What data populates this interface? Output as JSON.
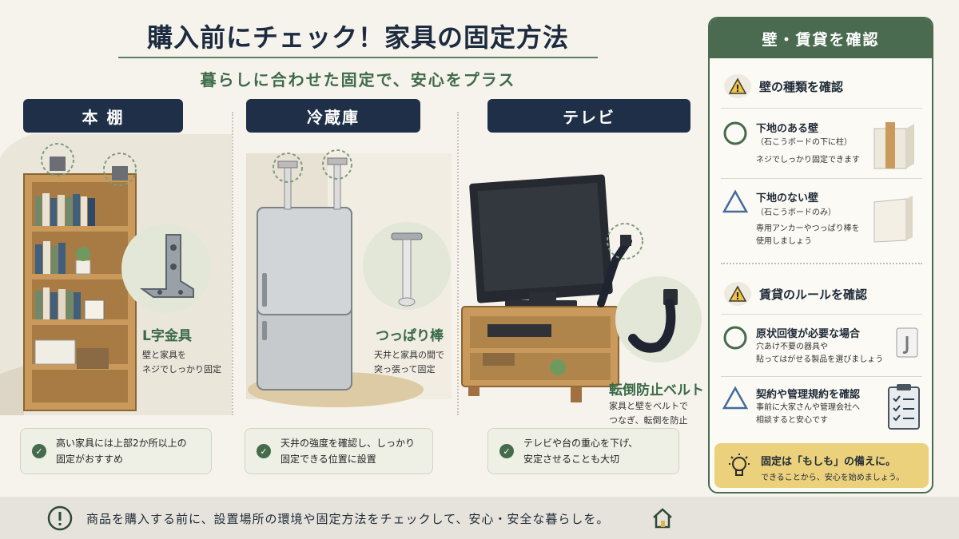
{
  "header": {
    "title": "購入前にチェック！家具の固定方法",
    "subtitle": "暮らしに合わせた固定で、安心をプラス"
  },
  "sections": {
    "bookshelf": {
      "label": "本 棚",
      "item_title": "L字金具",
      "item_desc": [
        "壁と家具を",
        "ネジでしっかり固定"
      ],
      "tip": [
        "高い家具には上部2か所以上の",
        "固定がおすすめ"
      ]
    },
    "fridge": {
      "label": "冷蔵庫",
      "item_title": "つっぱり棒",
      "item_desc": [
        "天井と家具の間で",
        "突っ張って固定"
      ],
      "tip": [
        "天井の強度を確認し、しっかり",
        "固定できる位置に設置"
      ]
    },
    "tv": {
      "label": "テレビ",
      "item_title": "転倒防止ベルト",
      "item_desc": [
        "家具と壁をベルトで",
        "つなぎ、転倒を防止"
      ],
      "tip": [
        "テレビや台の重心を下げ、",
        "安定させることも大切"
      ]
    }
  },
  "panel": {
    "title": "壁・賃貸を確認",
    "wall_heading": "壁の種類を確認",
    "wall_items": [
      {
        "symbol": "○",
        "title": "下地のある壁",
        "sub": "（石こうボードの下に柱）",
        "desc": [
          "ネジでしっかり固定できます"
        ]
      },
      {
        "symbol": "△",
        "title": "下地のない壁",
        "sub": "（石こうボードのみ）",
        "desc": [
          "専用アンカーやつっぱり棒を",
          "使用しましょう"
        ]
      }
    ],
    "rent_heading": "賃貸のルールを確認",
    "rent_items": [
      {
        "symbol": "○",
        "title": "原状回復が必要な場合",
        "desc": [
          "穴あけ不要の器具や",
          "貼ってはがせる製品を選びましょう"
        ]
      },
      {
        "symbol": "△",
        "title": "契約や管理規約を確認",
        "desc": [
          "事前に大家さんや管理会社へ",
          "相談すると安心です"
        ]
      }
    ],
    "note_title": "固定は「もしも」の備えに。",
    "note_desc": "できることから、安心を始めましょう。"
  },
  "footer": {
    "text": "商品を購入する前に、設置場所の環境や固定方法をチェックして、安心・安全な暮らしを。"
  },
  "colors": {
    "navy": "#1f2f47",
    "green": "#4a6b50",
    "yellow": "#ecd17c",
    "background": "#f6f3ec"
  },
  "icons": [
    "warning-icon",
    "check-icon",
    "circle-symbol-icon",
    "triangle-symbol-icon",
    "lightbulb-icon",
    "home-icon",
    "exclamation-icon"
  ]
}
